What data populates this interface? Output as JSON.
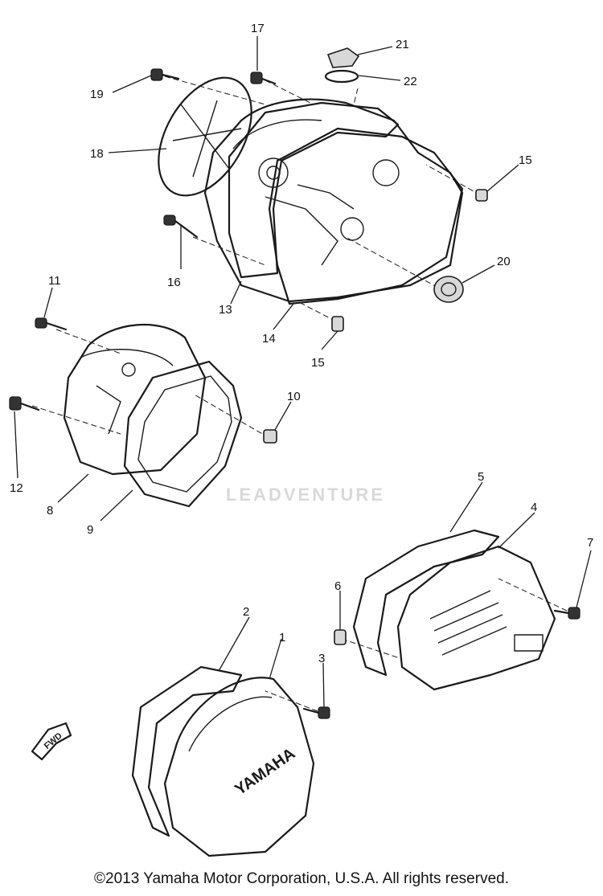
{
  "copyright": "©2013 Yamaha Motor Corporation, U.S.A. All rights reserved.",
  "watermark": "LEADVENTURE",
  "fwd_label": "FWD",
  "brand_mark": "YAMAHA",
  "callouts": {
    "c1": "1",
    "c2": "2",
    "c3": "3",
    "c4": "4",
    "c5": "5",
    "c6": "6",
    "c7": "7",
    "c8": "8",
    "c9": "9",
    "c10": "10",
    "c11": "11",
    "c12": "12",
    "c13": "13",
    "c14": "14",
    "c15a": "15",
    "c15b": "15",
    "c16": "16",
    "c17": "17",
    "c18": "18",
    "c19": "19",
    "c20": "20",
    "c21": "21",
    "c22": "22"
  }
}
